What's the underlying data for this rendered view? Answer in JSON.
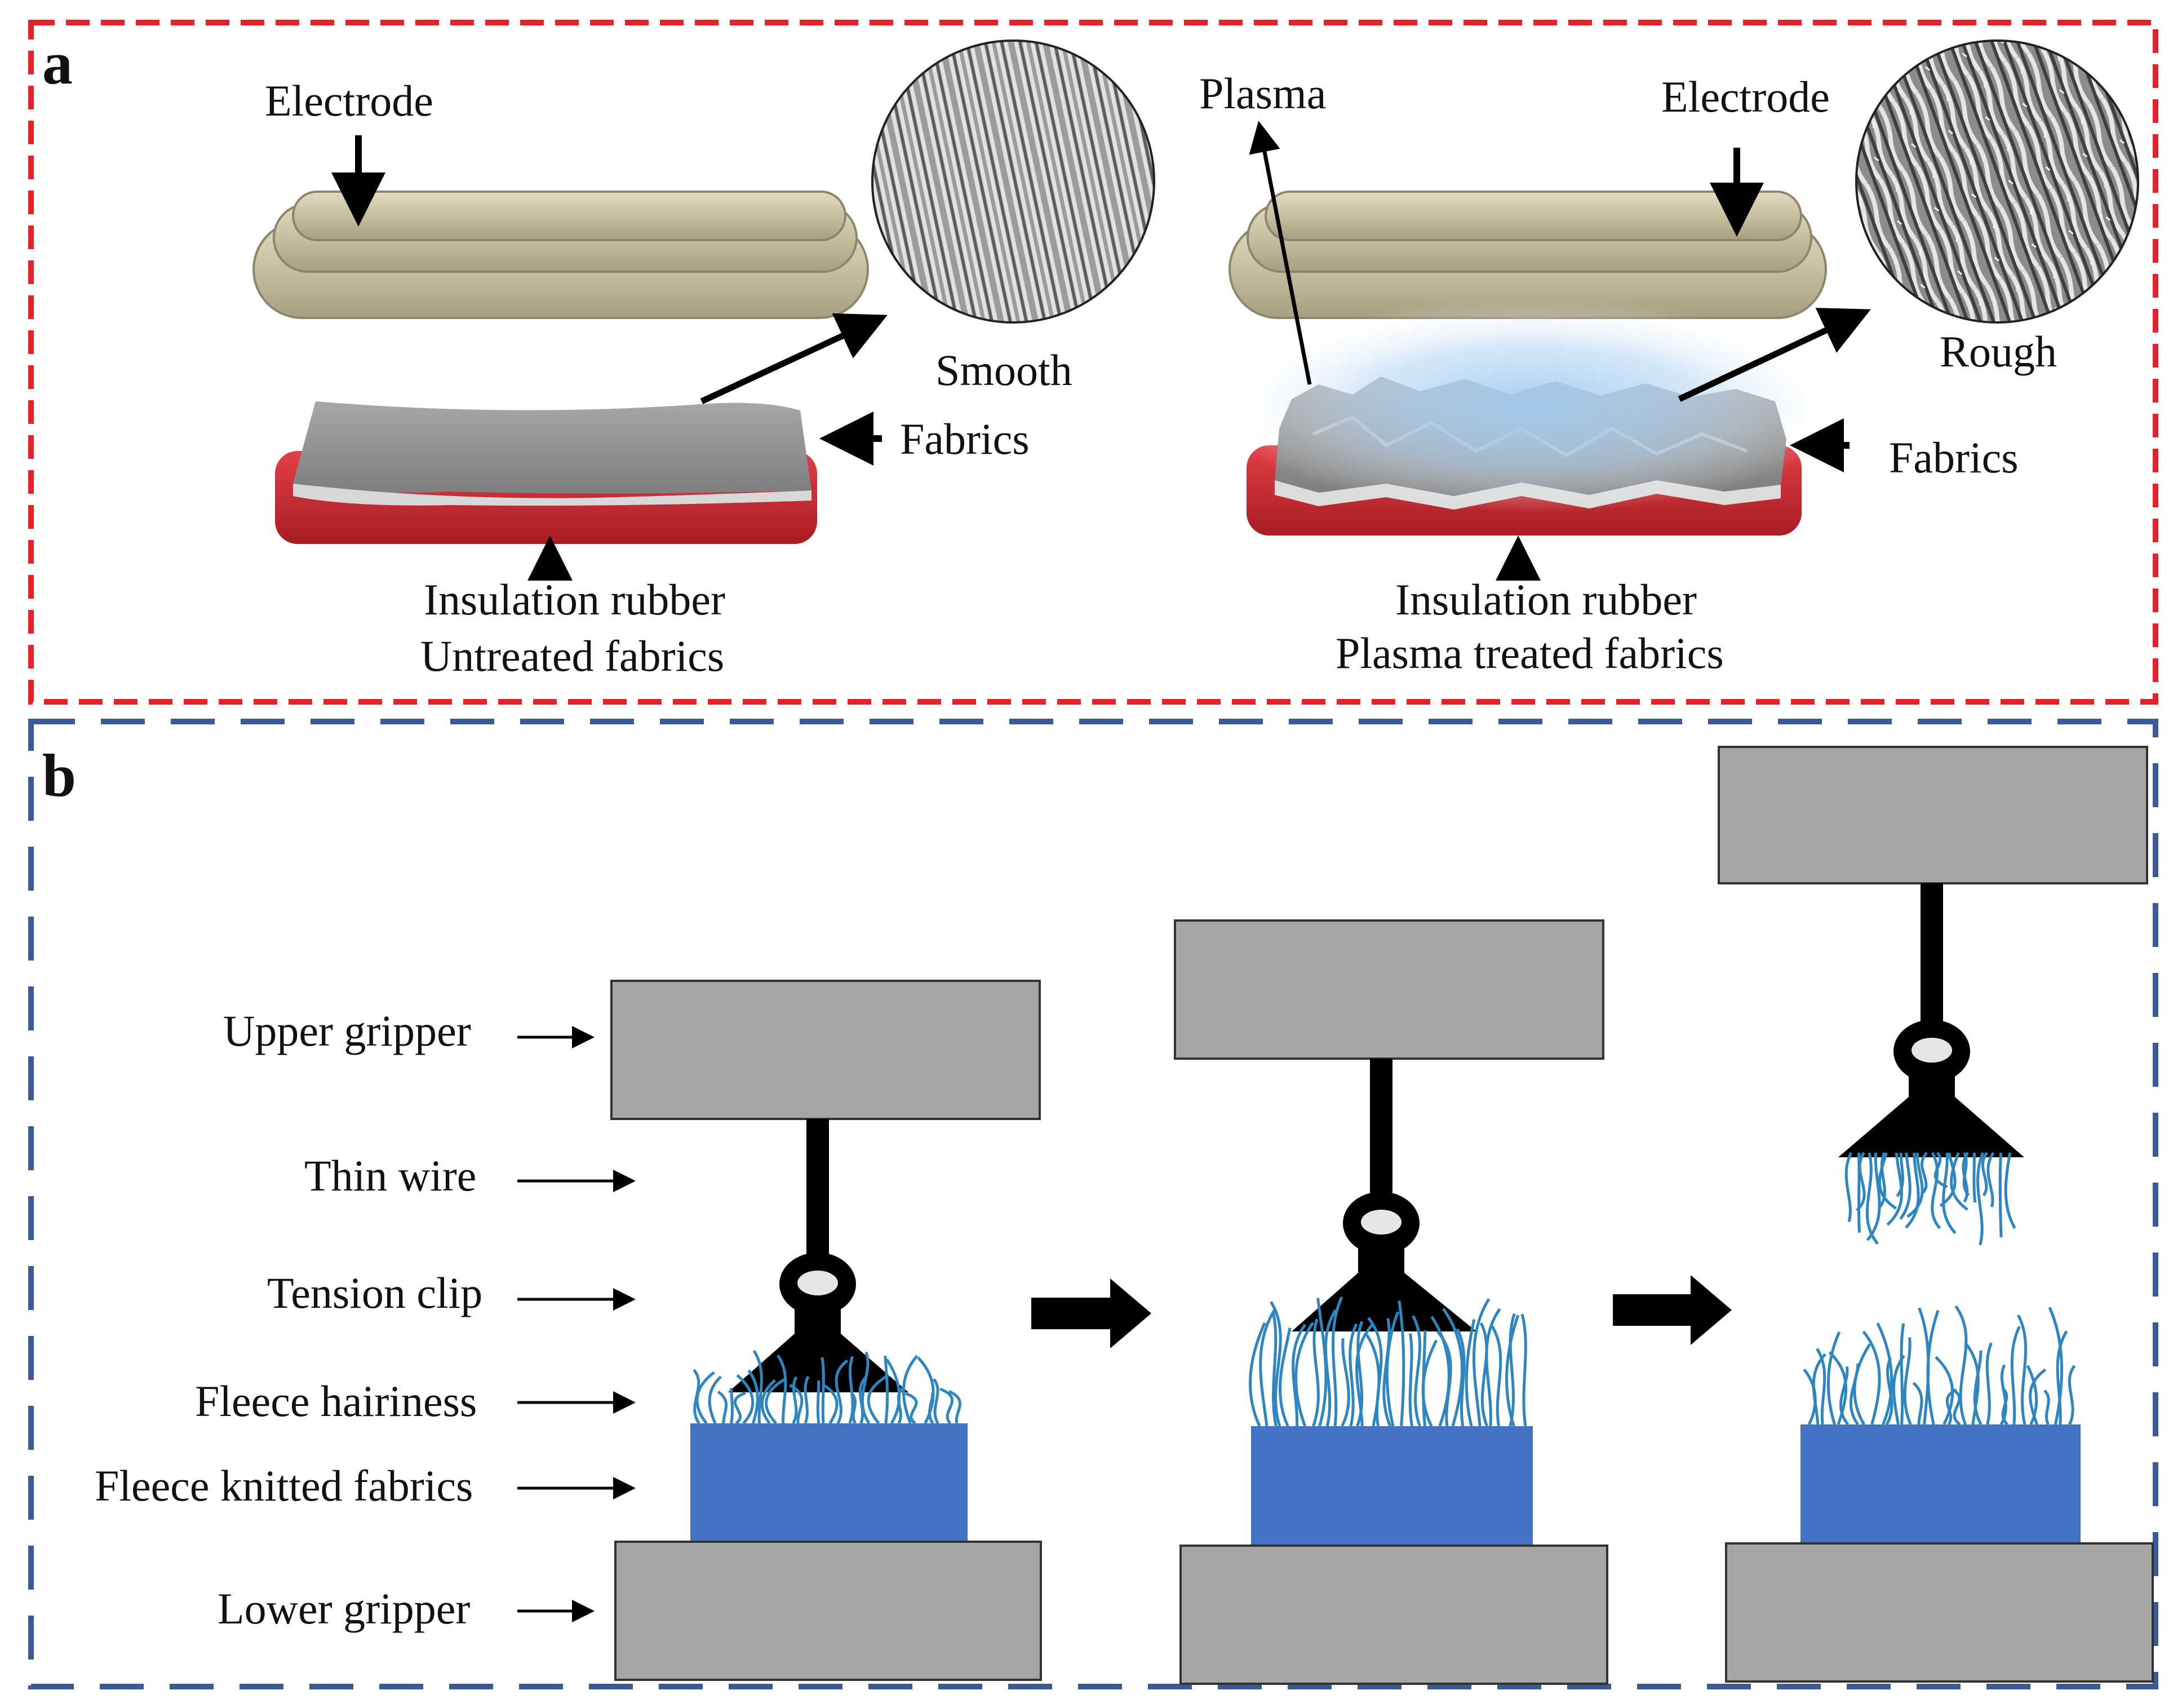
{
  "panel_a": {
    "label": "a",
    "left": {
      "electrode": "Electrode",
      "surface": "Smooth",
      "fabrics": "Fabrics",
      "rubber": "Insulation rubber",
      "caption": "Untreated fabrics"
    },
    "right": {
      "plasma": "Plasma",
      "electrode": "Electrode",
      "surface": "Rough",
      "fabrics": "Fabrics",
      "rubber": "Insulation rubber",
      "caption": "Plasma treated fabrics"
    }
  },
  "panel_b": {
    "label": "b",
    "legend": {
      "upper_gripper": "Upper gripper",
      "thin_wire": "Thin wire",
      "tension_clip": "Tension clip",
      "fleece_hairiness": "Fleece hairiness",
      "fleece_fabrics": "Fleece knitted fabrics",
      "lower_gripper": "Lower gripper"
    }
  },
  "colors": {
    "panel_a_border": "#e8202a",
    "panel_b_border": "#3a5a95",
    "electrode": "#c8bea0",
    "rubber": "#c8262b",
    "fabric": "#9a9a9a",
    "gripper": "#a6a6a6",
    "fleece": "#4472c4",
    "fiber": "#2e86c1"
  }
}
